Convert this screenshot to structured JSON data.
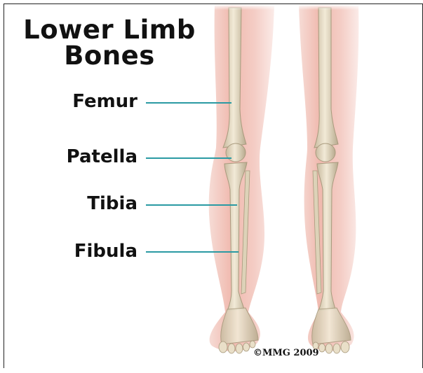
{
  "title_line1": "Lower Limb",
  "title_line2": "Bones",
  "labels": {
    "femur": "Femur",
    "patella": "Patella",
    "tibia": "Tibia",
    "fibula": "Fibula"
  },
  "copyright": "©MMG 2009",
  "colors": {
    "leader": "#2a9aa3",
    "skin": "#f1c7bf",
    "bone": "#e6dcc4"
  }
}
